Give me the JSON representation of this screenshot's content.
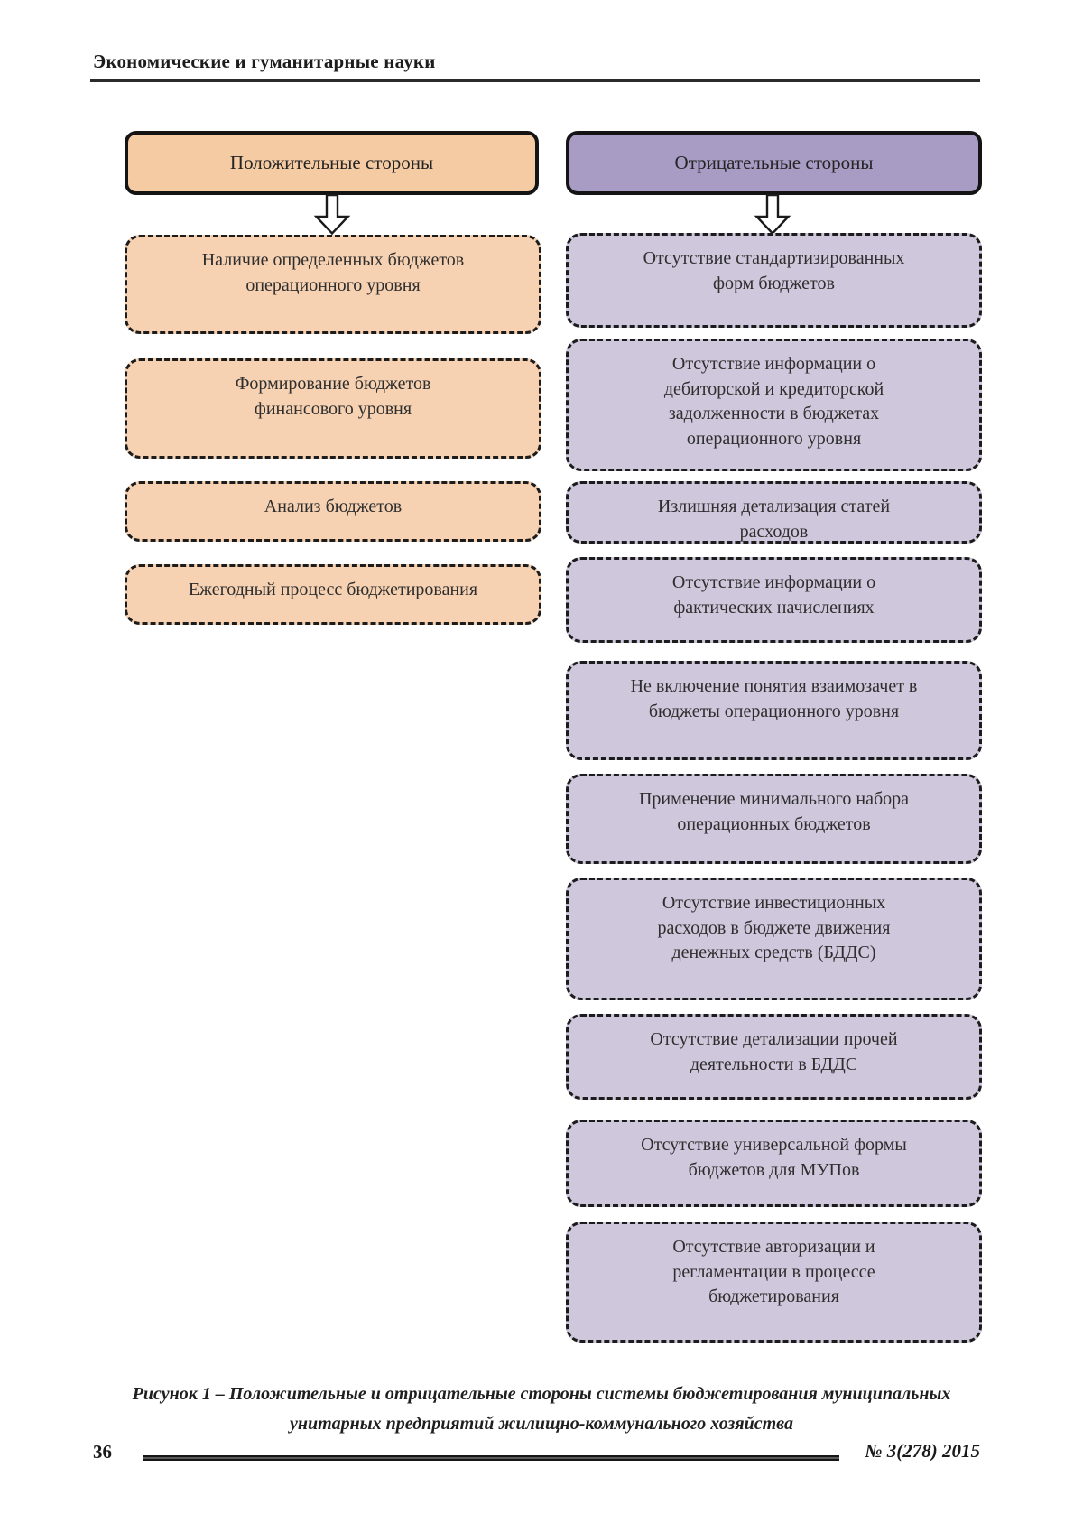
{
  "theme": {
    "peach_header": "#f5cba4",
    "peach_box": "#f7d2b2",
    "purple_header": "#a89cc4",
    "purple_box": "#cfc7dc",
    "border_dark": "#1c1c1c",
    "text_dark": "#2e2e2e"
  },
  "running_header": {
    "title": "Экономические и гуманитарные науки"
  },
  "diagram": {
    "positive": {
      "header": "Положительные стороны",
      "boxes": [
        "Наличие определенных бюджетов\nоперационного уровня",
        "Формирование бюджетов\nфинансового уровня",
        "Анализ бюджетов",
        "Ежегодный процесс бюджетирования"
      ]
    },
    "negative": {
      "header": "Отрицательные стороны",
      "boxes": [
        "Отсутствие стандартизированных\nформ бюджетов",
        "Отсутствие информации о\nдебиторской и кредиторской\nзадолженности в бюджетах\nоперационного уровня",
        "Излишняя детализация статей\nрасходов",
        "Отсутствие информации о\nфактических начислениях",
        "Не включение понятия взаимозачет в\nбюджеты операционного уровня",
        "Применение минимального набора\nоперационных бюджетов",
        "Отсутствие инвестиционных\nрасходов в бюджете движения\nденежных средств (БДДС)",
        "Отсутствие детализации прочей\nдеятельности в БДДС",
        "Отсутствие универсальной формы\nбюджетов для МУПов",
        "Отсутствие авторизации и\nрегламентации в процессе\nбюджетирования"
      ]
    }
  },
  "caption": {
    "text": "Рисунок 1 – Положительные и отрицательные стороны системы бюджетирования муниципальных\nунитарных предприятий жилищно-коммунального хозяйства"
  },
  "footer": {
    "page_number": "36",
    "issue": "№ 3(278) 2015"
  }
}
